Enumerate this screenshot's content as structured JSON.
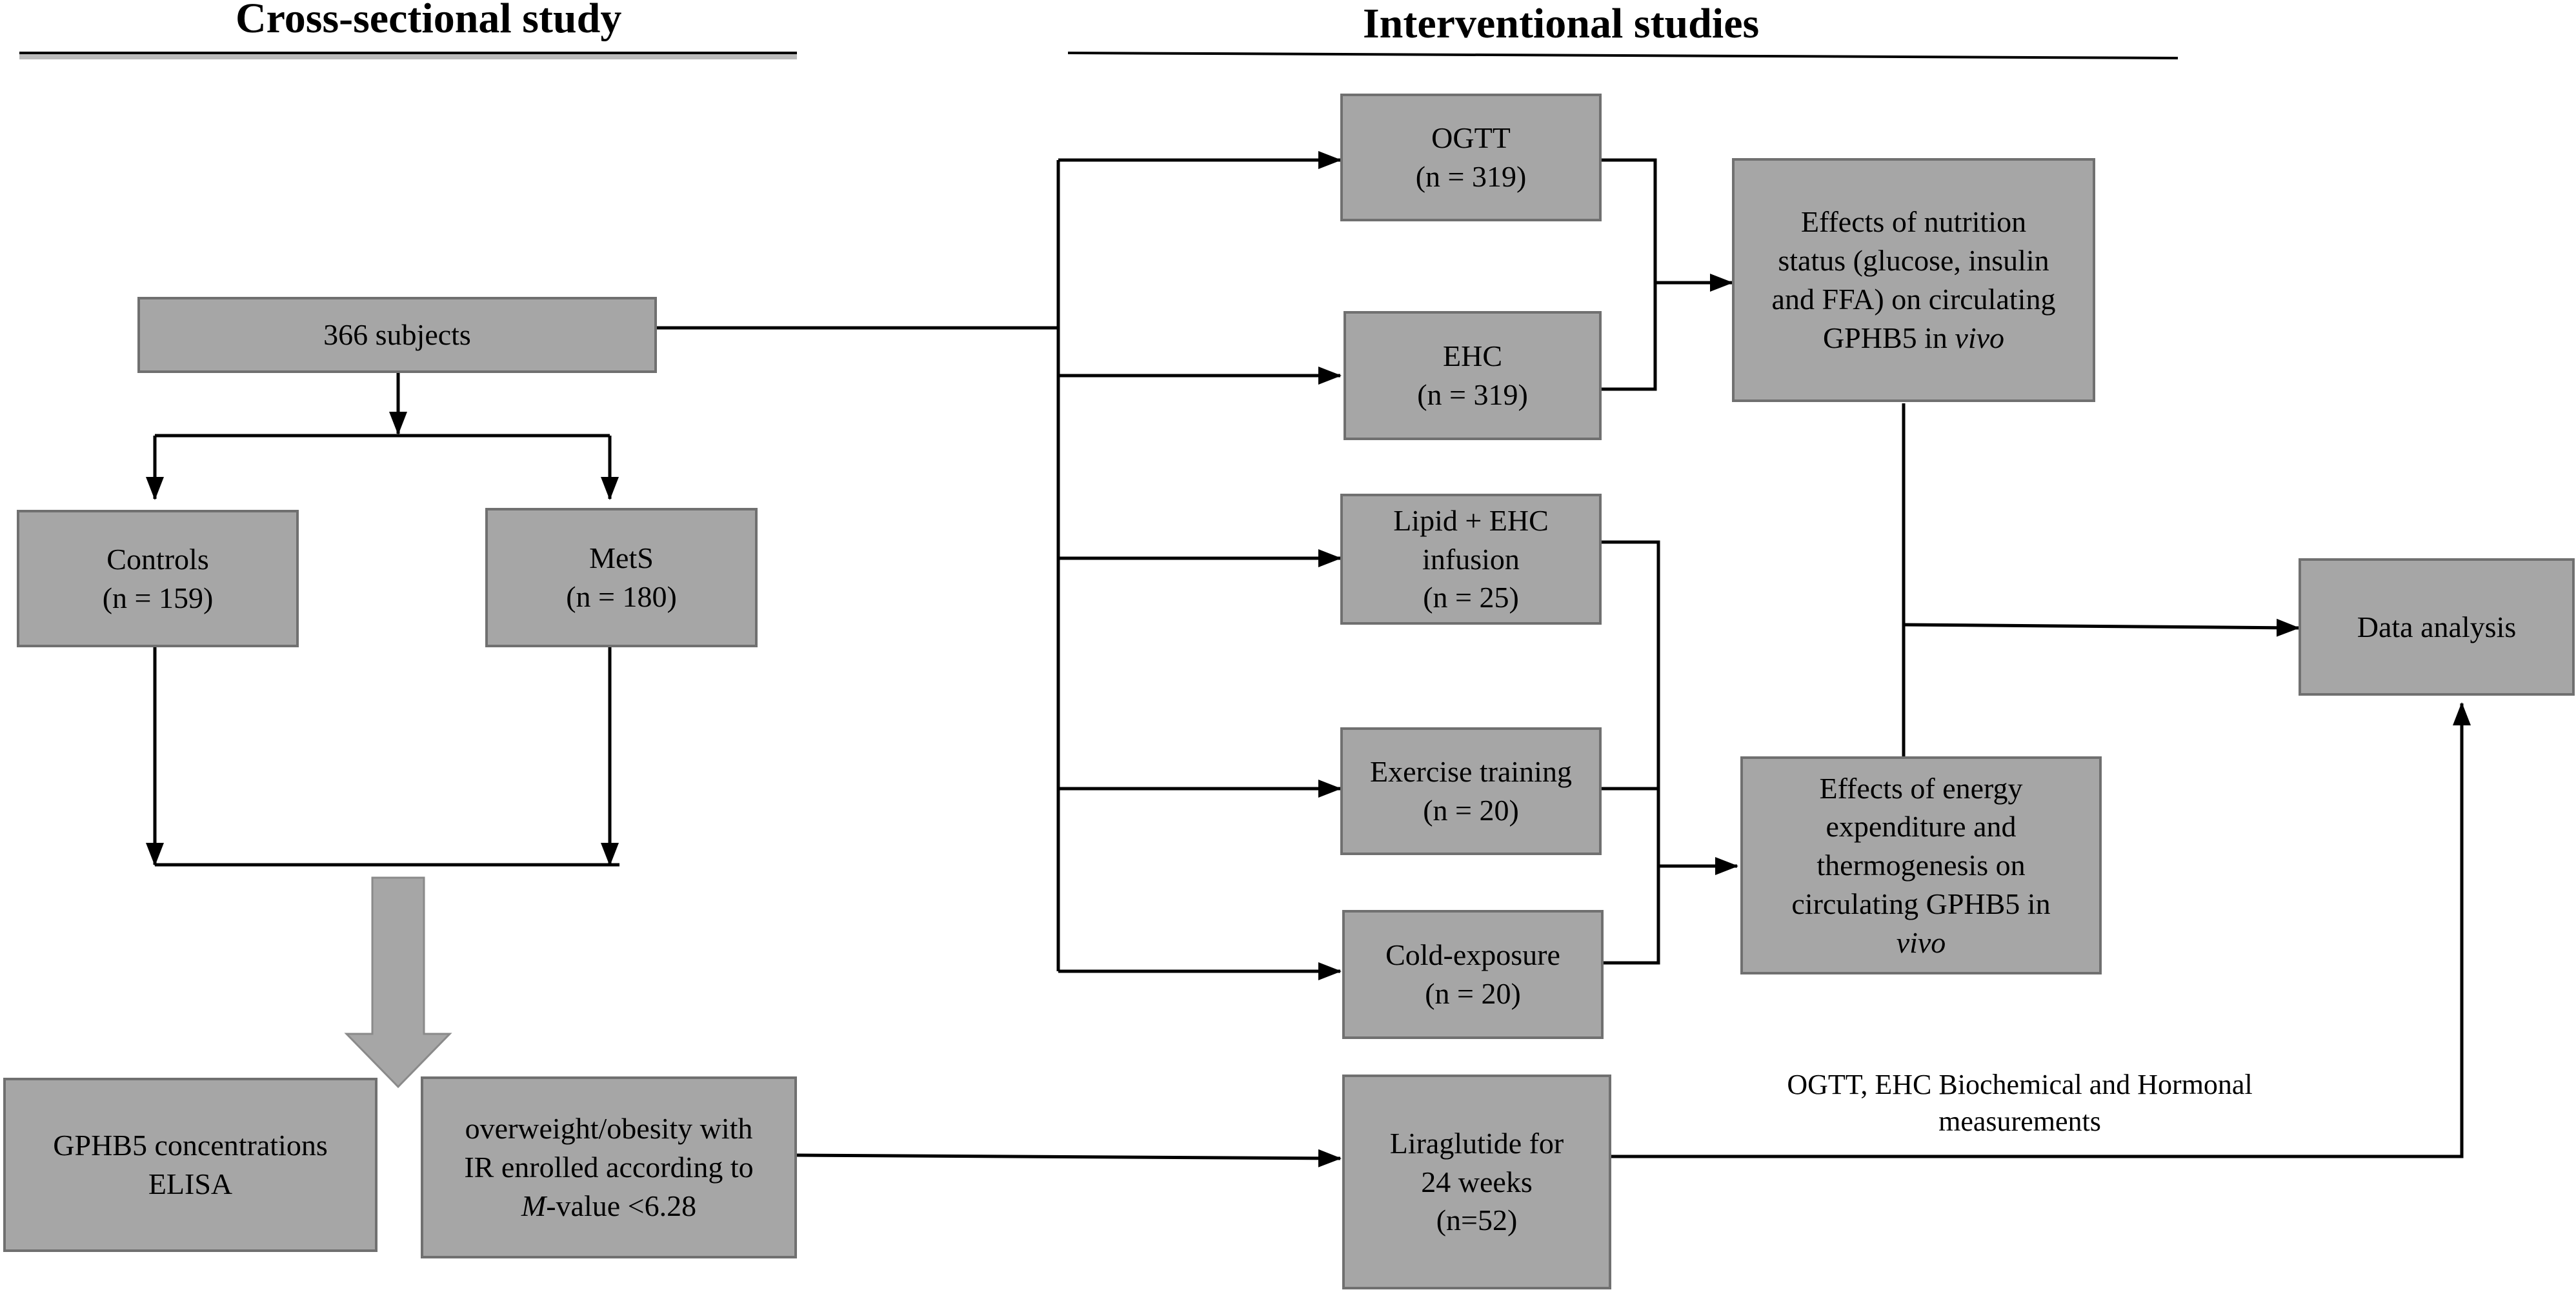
{
  "headings": {
    "cross_sectional": "Cross-sectional study",
    "interventional": "Interventional  studies"
  },
  "nodes": {
    "subjects": {
      "line1": "366 subjects"
    },
    "controls": {
      "line1": "Controls",
      "line2": "(n = 159)"
    },
    "mets": {
      "line1": "MetS",
      "line2": "(n = 180)"
    },
    "gphb5": {
      "line1": "GPHB5 concentrations",
      "line2": "ELISA"
    },
    "obesity": {
      "line1": "overweight/obesity with",
      "line2": "IR enrolled according to",
      "line3_italic": "M",
      "line3_rest": "-value <6.28"
    },
    "ogtt": {
      "line1": "OGTT",
      "line2": "(n = 319)"
    },
    "ehc": {
      "line1": "EHC",
      "line2": "(n = 319)"
    },
    "lipid": {
      "line1": "Lipid + EHC",
      "line2": "infusion",
      "line3": "(n = 25)"
    },
    "exercise": {
      "line1": "Exercise training",
      "line2": "(n = 20)"
    },
    "cold": {
      "line1": "Cold-exposure",
      "line2": "(n = 20)"
    },
    "liraglutide": {
      "line1": "Liraglutide for",
      "line2": "24 weeks",
      "line3": "(n=52)"
    },
    "nutrition": {
      "line1": "Effects of nutrition",
      "line2": "status (glucose, insulin",
      "line3": "and FFA) on circulating",
      "line4": "GPHB5 in ",
      "line4_italic": "vivo"
    },
    "energy": {
      "line1": "Effects of energy",
      "line2": "expenditure and",
      "line3": "thermogenesis on",
      "line4": "circulating GPHB5 in",
      "line5_italic": "vivo"
    },
    "data_analysis": {
      "line1": "Data analysis"
    }
  },
  "annotations": {
    "measurements_line1": "OGTT, EHC Biochemical and Hormonal",
    "measurements_line2": "measurements"
  },
  "colors": {
    "box_fill": "#a6a6a6",
    "box_border": "#707070",
    "line": "#000000"
  }
}
